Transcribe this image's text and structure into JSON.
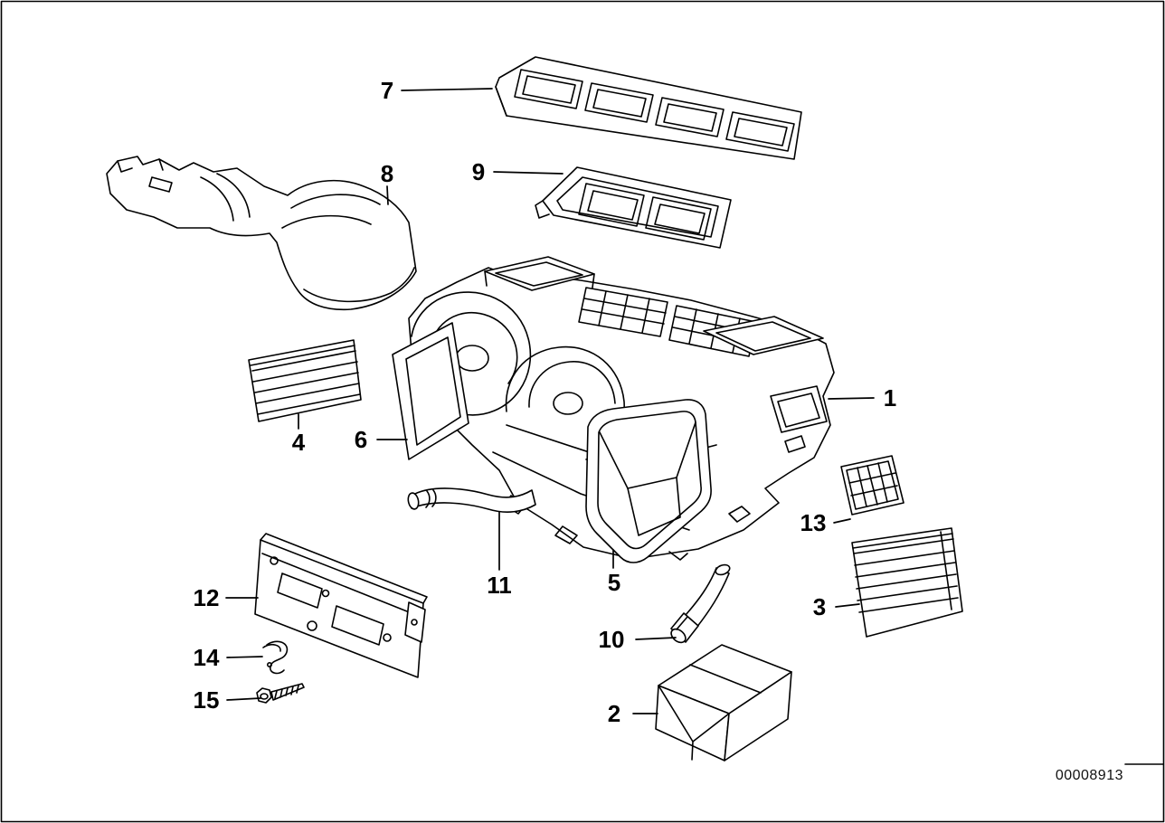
{
  "diagram": {
    "drawing_number": "00008913",
    "colors": {
      "background": "#ffffff",
      "line": "#000000"
    },
    "labels": {
      "n1": "1",
      "n2": "2",
      "n3": "3",
      "n4": "4",
      "n5": "5",
      "n6": "6",
      "n7": "7",
      "n8": "8",
      "n9": "9",
      "n10": "10",
      "n11": "11",
      "n12": "12",
      "n13": "13",
      "n14": "14",
      "n15": "15"
    }
  }
}
